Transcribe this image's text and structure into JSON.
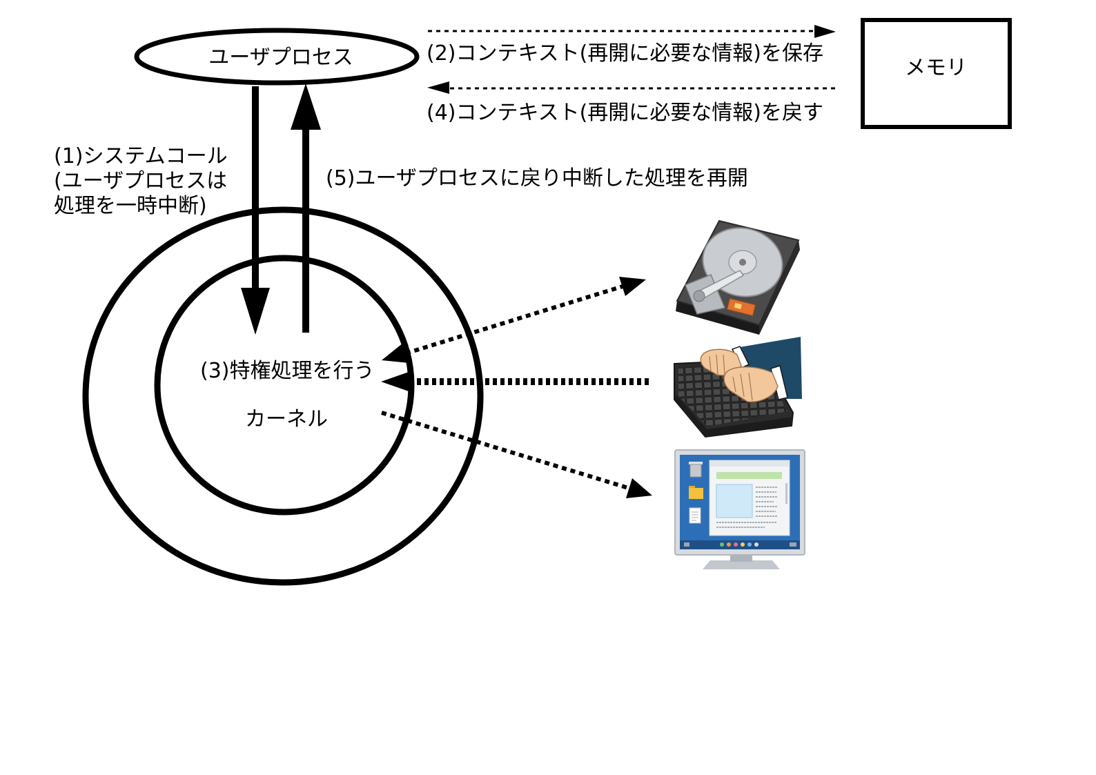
{
  "user_process": {
    "label": "ユーザプロセス"
  },
  "memory": {
    "label": "メモリ"
  },
  "kernel": {
    "label": "カーネル"
  },
  "steps": {
    "step1": [
      "(1)システムコール",
      "(ユーザプロセスは",
      "処理を一時中断)"
    ],
    "step2": "(2)コンテキスト(再開に必要な情報)を保存",
    "step3": "(3)特権処理を行う",
    "step4": "(4)コンテキスト(再開に必要な情報)を戻す",
    "step5": "(5)ユーザプロセスに戻り中断した処理を再開"
  },
  "devices": [
    {
      "icon": "hard-disk-icon"
    },
    {
      "icon": "keyboard-icon"
    },
    {
      "icon": "monitor-icon"
    }
  ],
  "colors": {
    "stroke": "#000000",
    "background": "#ffffff"
  }
}
